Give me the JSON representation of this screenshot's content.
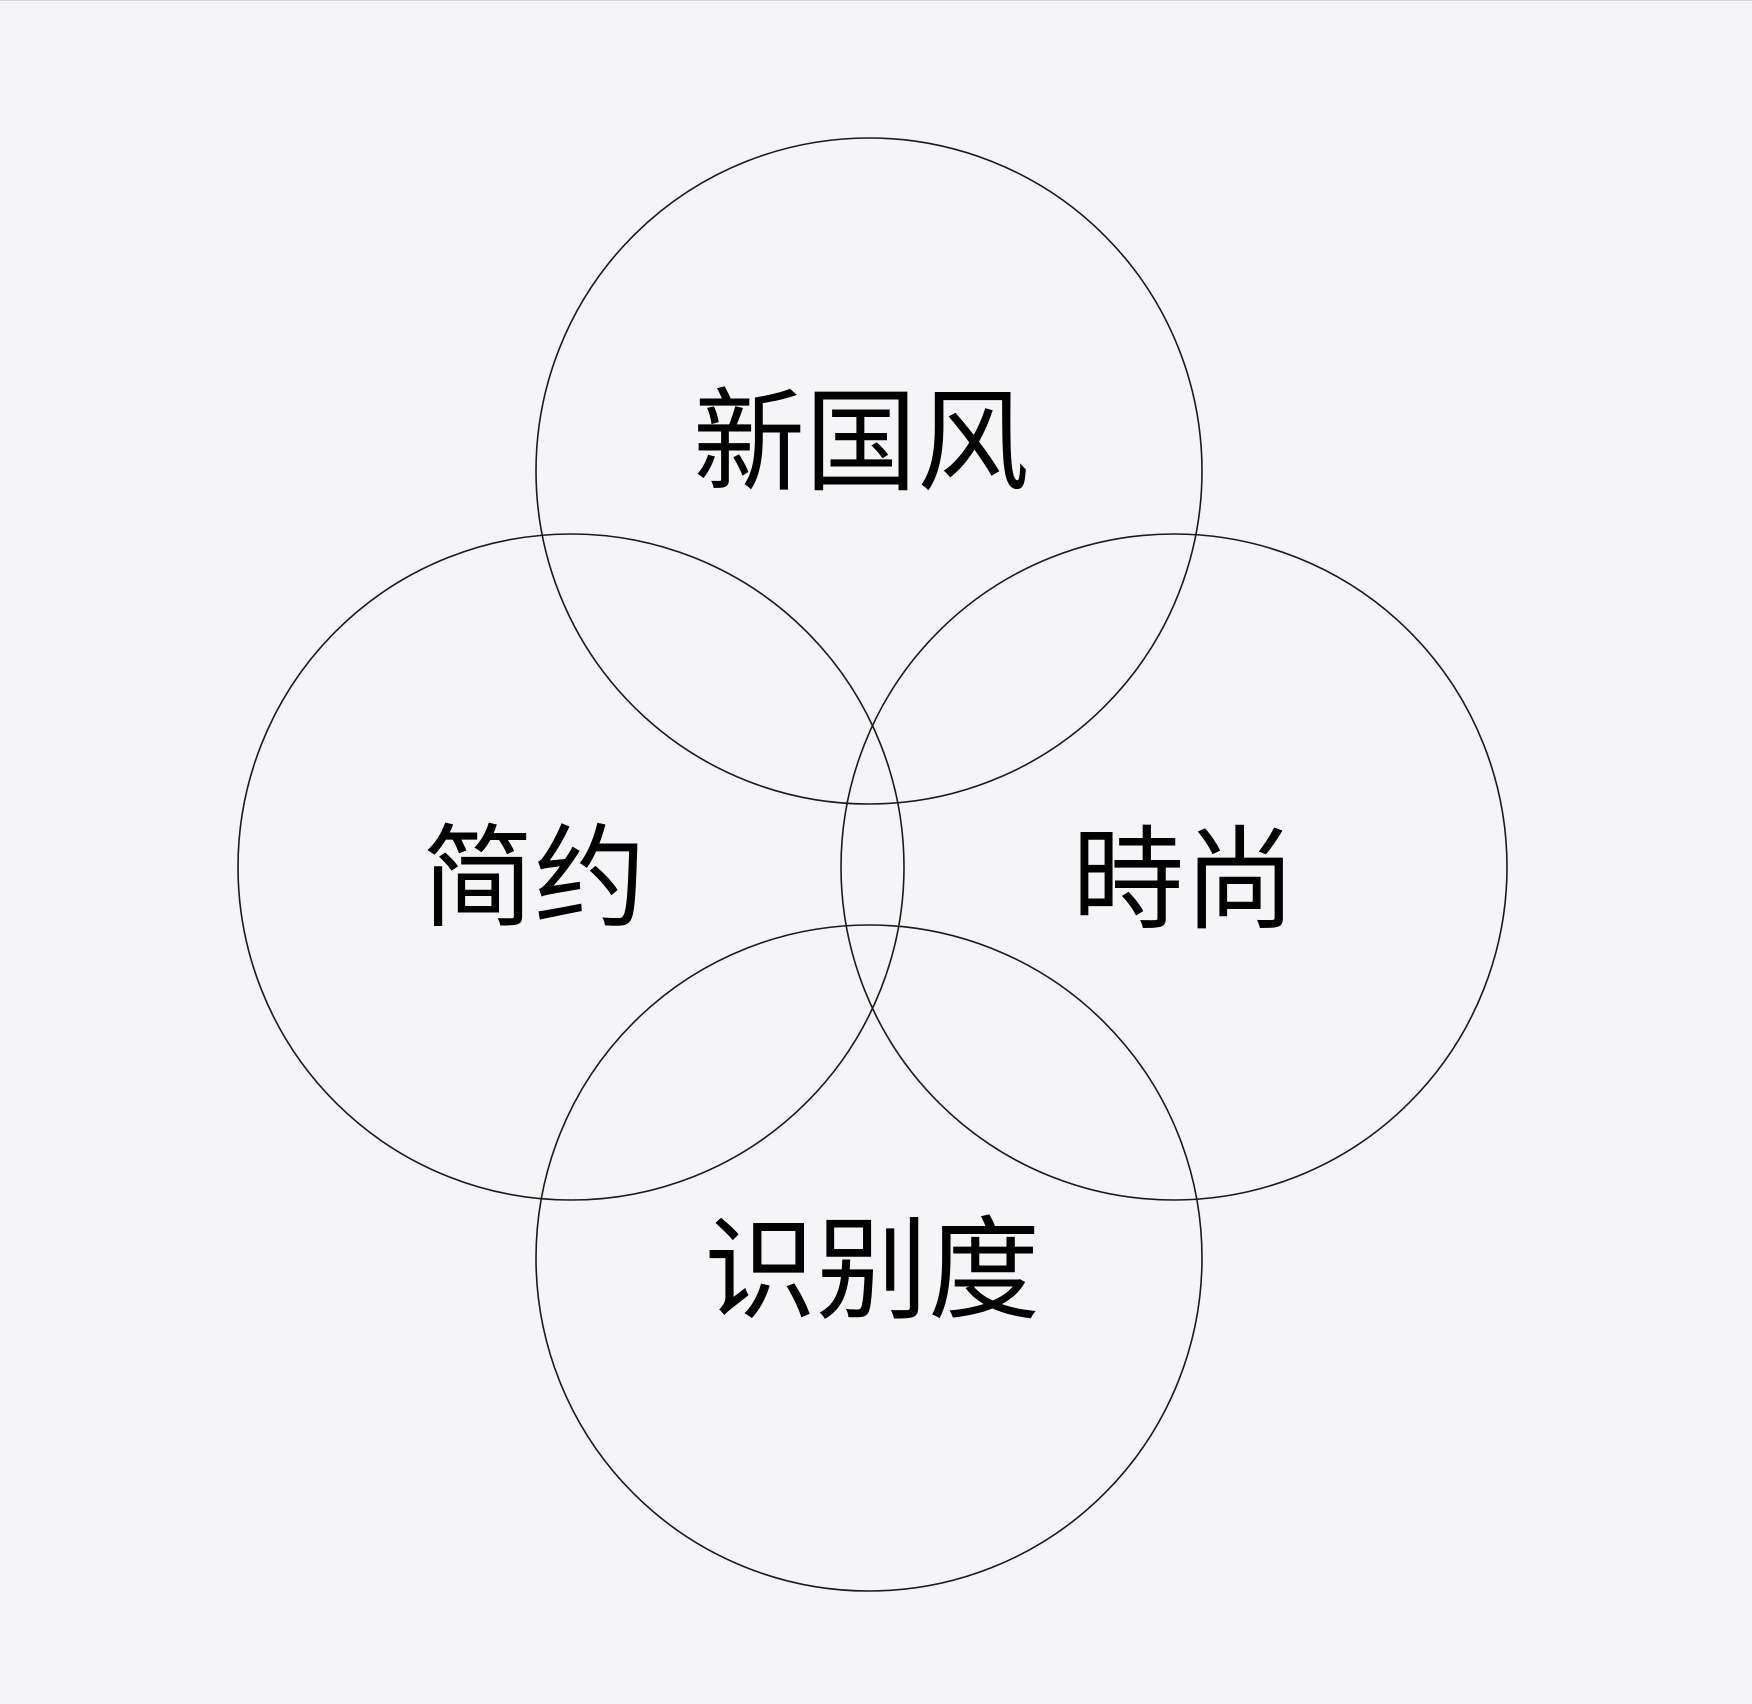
{
  "diagram": {
    "type": "venn",
    "circles": [
      {
        "id": "top",
        "label": "新国风"
      },
      {
        "id": "left",
        "label": "简约"
      },
      {
        "id": "right",
        "label": "時尚"
      },
      {
        "id": "bottom",
        "label": "识别度"
      }
    ],
    "colors": {
      "background": "#f5f5f7",
      "stroke": "#1a1a1a",
      "text": "#000000"
    }
  }
}
